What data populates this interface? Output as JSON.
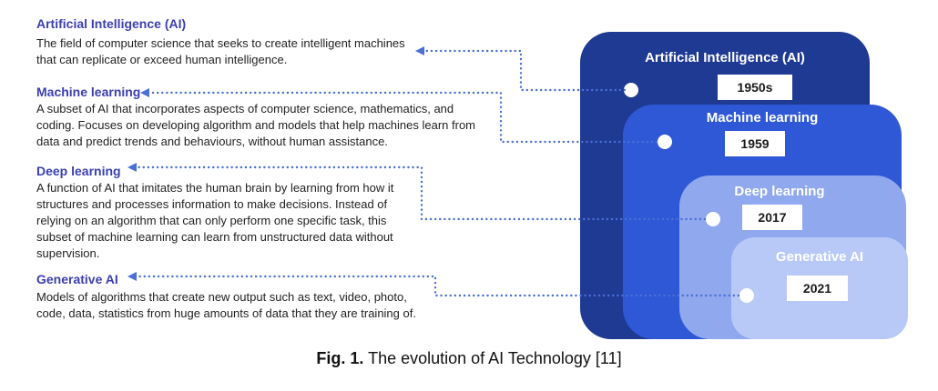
{
  "definitions": [
    {
      "title": "Artificial Intelligence (AI)",
      "body": "The field of computer science that seeks to create intelligent machines that can replicate or exceed human intelligence."
    },
    {
      "title": "Machine learning",
      "body": "A subset of AI that incorporates aspects of computer science, mathematics, and coding. Focuses on developing algorithm and models that help machines learn from data and predict trends and behaviours, without human assistance."
    },
    {
      "title": "Deep learning",
      "body": "A function of AI that imitates the human brain by learning from how it structures and processes information to make decisions. Instead of relying on an algorithm that can only perform one specific task, this subset of machine learning can learn from unstructured data without supervision."
    },
    {
      "title": "Generative AI",
      "body": "Models of algorithms that create new output such as text, video, photo, code, data, statistics from huge amounts of data that they are training of."
    }
  ],
  "boxes": [
    {
      "title": "Artificial Intelligence (AI)",
      "year": "1950s"
    },
    {
      "title": "Machine learning",
      "year": "1959"
    },
    {
      "title": "Deep learning",
      "year": "2017"
    },
    {
      "title": "Generative AI",
      "year": "2021"
    }
  ],
  "colors": {
    "box_ai": "#1f3a93",
    "box_ml": "#2f58d6",
    "box_dl": "#8fa8ee",
    "box_gen": "#b9c9f7",
    "accent": "#3b3fb0",
    "connector": "#4a6fd6"
  },
  "caption": {
    "label": "Fig. 1.",
    "text": " The evolution of AI Technology [11]"
  }
}
